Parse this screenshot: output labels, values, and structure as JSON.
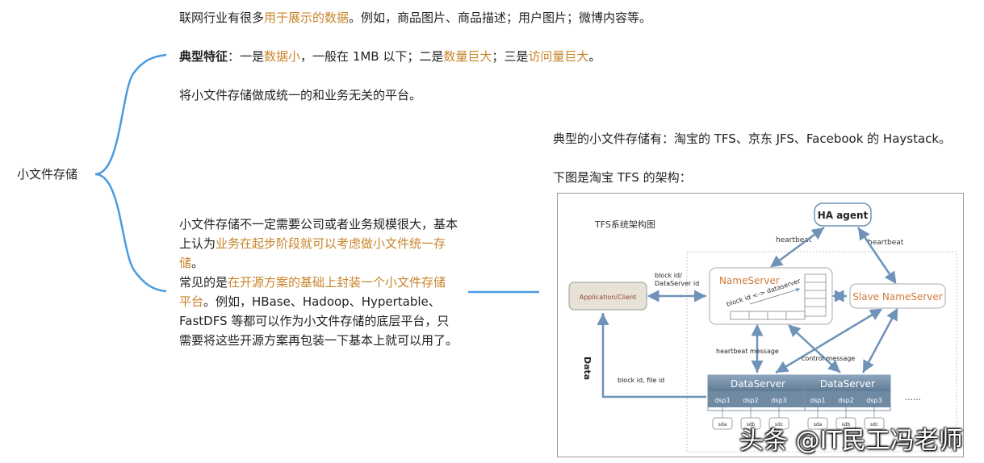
{
  "root": {
    "label": "小文件存储"
  },
  "branch1": {
    "line1": {
      "pre": "联网行业有很多",
      "hl": "用于展示的数据",
      "post": "。例如，商品图片、商品描述；用户图片；微博内容等。"
    },
    "line2": {
      "bold": "典型特征",
      "s1": "：一是",
      "h1": "数据小",
      "s2": "，一般在 1MB 以下；二是",
      "h2": "数量巨大",
      "s3": "；三是",
      "h3": "访问量巨大",
      "s4": "。"
    },
    "line3": "将小文件存储做成统一的和业务无关的平台。"
  },
  "branch2": {
    "p1a": "小文件存储不一定需要公司或者业务规模很大，基本上认为",
    "p1b": "业务在起步阶段就可以考虑做小文件统一存储",
    "p1c": "。",
    "p2a": "常见的是",
    "p2b": "在开源方案的基础上封装一个小文件存储平台",
    "p2c": "。例如，HBase、Hadoop、Hypertable、FastDFS 等都可以作为小文件存储的底层平台，只需要将这些开源方案再包装一下基本上就可以用了。"
  },
  "right": {
    "line1": "典型的小文件存储有：淘宝的 TFS、京东 JFS、Facebook 的 Haystack。",
    "line2": "下图是淘宝 TFS 的架构："
  },
  "diagram": {
    "title": "TFS系统架构图",
    "ha_agent": "HA agent",
    "heartbeat_left": "heartbeat",
    "heartbeat_right": "heartbeat",
    "name_server": "NameServer",
    "slave_name_server": "Slave NameServer",
    "app_client": "Application/Client",
    "block_label_1": "block id/",
    "block_label_2": "DataServer id",
    "block_map": "block id <-> dataserver",
    "heartbeat_message": "heartbeat message",
    "control_message": "control message",
    "data_label": "Data",
    "block_file": "block id, file id",
    "data_server_1": "DataServer",
    "data_server_2": "DataServer",
    "dsp": [
      "dsp1",
      "dsp2",
      "dsp3"
    ],
    "disks": [
      "sda",
      "sdb",
      "sdc"
    ],
    "ellipsis": "……"
  },
  "watermark": "头条 @IT民工冯老师",
  "colors": {
    "branch_line": "#4a9be0",
    "highlight": "#c8842a",
    "server_header": "#6f8aa3"
  }
}
